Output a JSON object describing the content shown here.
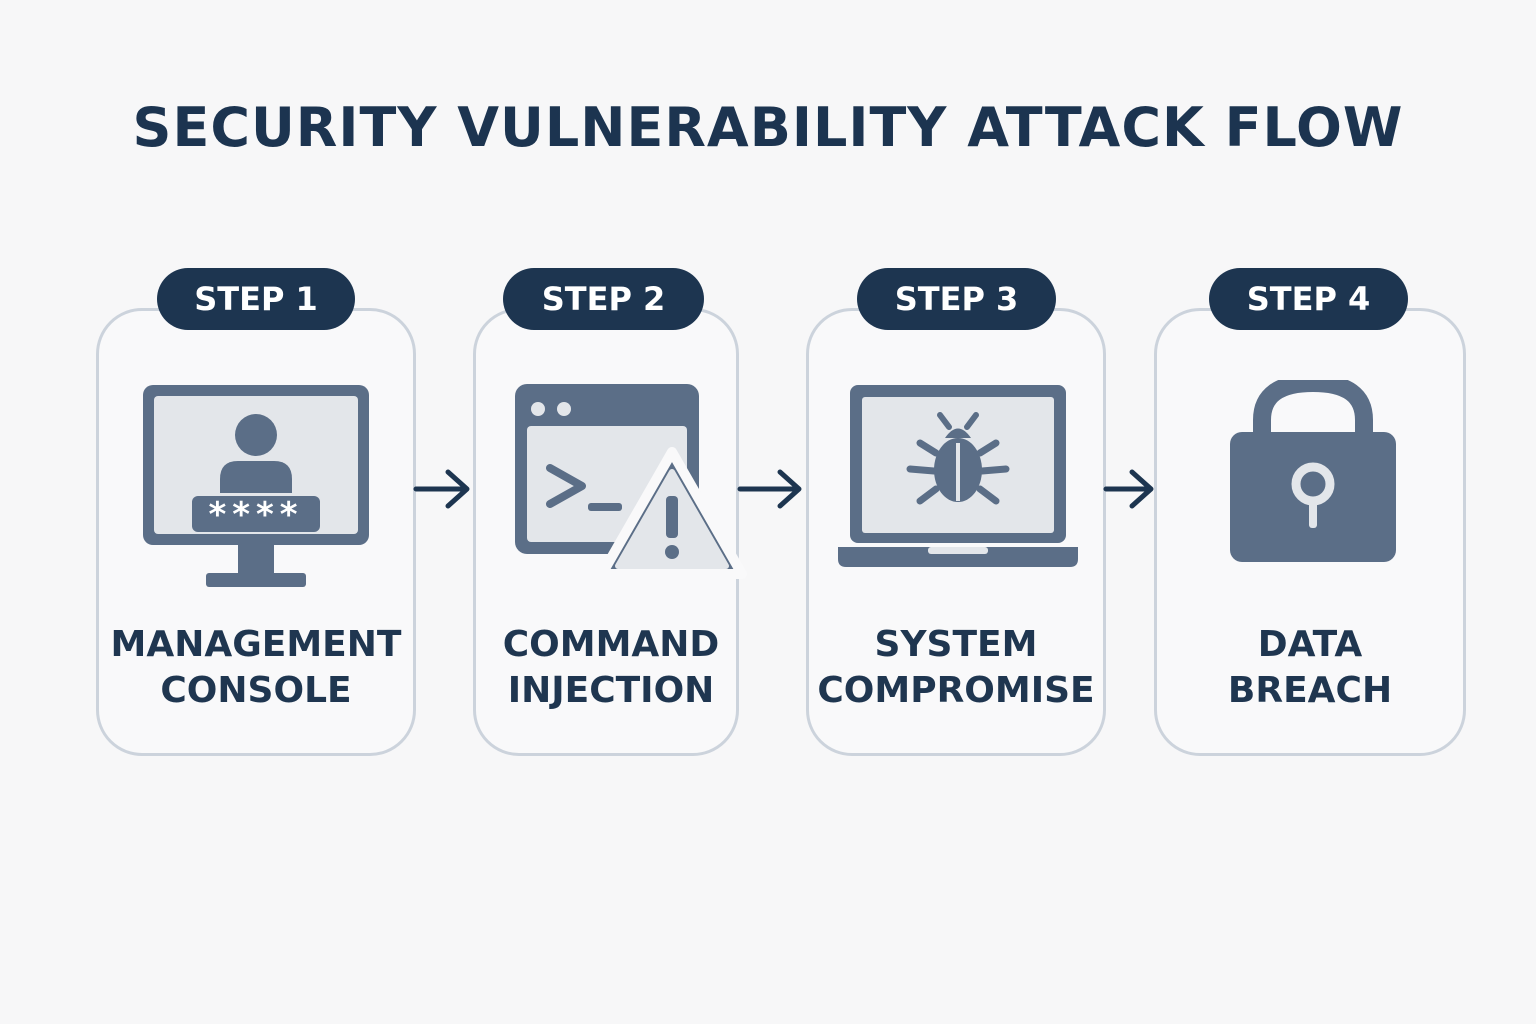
{
  "title": "SECURITY VULNERABILITY ATTACK FLOW",
  "colors": {
    "navy": "#1d3550",
    "icon_fill": "#5b6e87",
    "icon_light": "#e3e6ea",
    "card_border": "#ccd3dc",
    "background": "#f7f7f8"
  },
  "steps": [
    {
      "badge": "STEP 1",
      "label_line1": "MANAGEMENT",
      "label_line2": "CONSOLE",
      "icon": "monitor-login-icon",
      "password_mask": "****"
    },
    {
      "badge": "STEP 2",
      "label_line1": "COMMAND",
      "label_line2": "INJECTION",
      "icon": "terminal-warning-icon"
    },
    {
      "badge": "STEP 3",
      "label_line1": "SYSTEM",
      "label_line2": "COMPROMISE",
      "icon": "laptop-bug-icon"
    },
    {
      "badge": "STEP 4",
      "label_line1": "DATA",
      "label_line2": "BREACH",
      "icon": "padlock-icon"
    }
  ]
}
